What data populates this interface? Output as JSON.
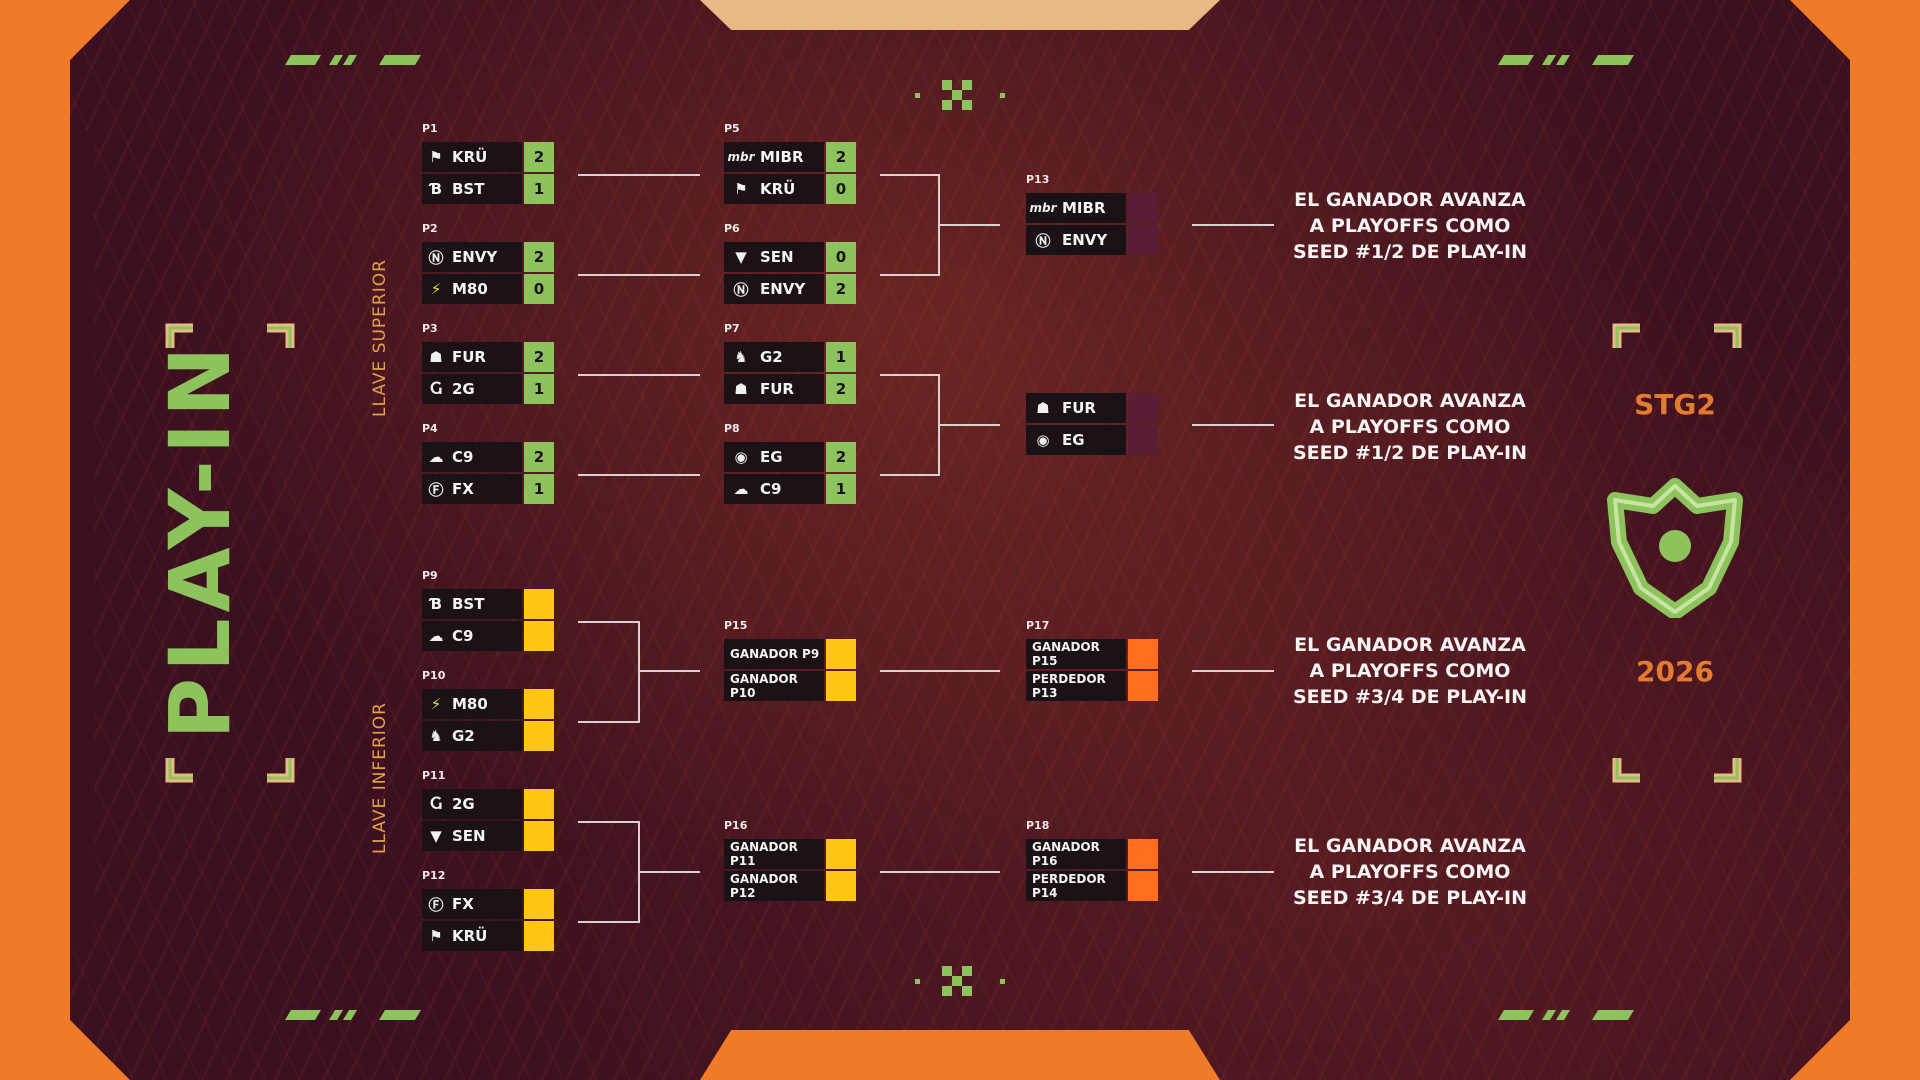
{
  "title": "PLAY-IN",
  "brackets": {
    "upper": "LLAVE SUPERIOR",
    "lower": "LLAVE INFERIOR"
  },
  "event": {
    "name": "STG2",
    "year": "2026"
  },
  "colors": {
    "win_score": "#8cc35c",
    "pending_lower": "#ffc514",
    "pending_final": "#ff6d1f",
    "pending_upper": "#5b1d36",
    "accent": "#ef7a28"
  },
  "matches": {
    "p1": {
      "label": "P1",
      "teams": [
        {
          "name": "KRÜ",
          "icon": "kru-logo",
          "score": "2"
        },
        {
          "name": "BST",
          "icon": "bst-logo",
          "score": "1"
        }
      ]
    },
    "p2": {
      "label": "P2",
      "teams": [
        {
          "name": "ENVY",
          "icon": "envy-logo",
          "score": "2"
        },
        {
          "name": "M80",
          "icon": "m80-logo",
          "score": "0"
        }
      ]
    },
    "p3": {
      "label": "P3",
      "teams": [
        {
          "name": "FUR",
          "icon": "furia-logo",
          "score": "2"
        },
        {
          "name": "2G",
          "icon": "2g-logo",
          "score": "1"
        }
      ]
    },
    "p4": {
      "label": "P4",
      "teams": [
        {
          "name": "C9",
          "icon": "cloud9-logo",
          "score": "2"
        },
        {
          "name": "FX",
          "icon": "fx-logo",
          "score": "1"
        }
      ]
    },
    "p5": {
      "label": "P5",
      "teams": [
        {
          "name": "MIBR",
          "icon": "mibr-logo",
          "score": "2"
        },
        {
          "name": "KRÜ",
          "icon": "kru-logo",
          "score": "0"
        }
      ]
    },
    "p6": {
      "label": "P6",
      "teams": [
        {
          "name": "SEN",
          "icon": "sentinels-logo",
          "score": "0"
        },
        {
          "name": "ENVY",
          "icon": "envy-logo",
          "score": "2"
        }
      ]
    },
    "p7": {
      "label": "P7",
      "teams": [
        {
          "name": "G2",
          "icon": "g2-logo",
          "score": "1"
        },
        {
          "name": "FUR",
          "icon": "furia-logo",
          "score": "2"
        }
      ]
    },
    "p8": {
      "label": "P8",
      "teams": [
        {
          "name": "EG",
          "icon": "eg-logo",
          "score": "2"
        },
        {
          "name": "C9",
          "icon": "cloud9-logo",
          "score": "1"
        }
      ]
    },
    "p9": {
      "label": "P9",
      "teams": [
        {
          "name": "BST",
          "icon": "bst-logo",
          "score": ""
        },
        {
          "name": "C9",
          "icon": "cloud9-logo",
          "score": ""
        }
      ]
    },
    "p10": {
      "label": "P10",
      "teams": [
        {
          "name": "M80",
          "icon": "m80-logo",
          "score": ""
        },
        {
          "name": "G2",
          "icon": "g2-logo",
          "score": ""
        }
      ]
    },
    "p11": {
      "label": "P11",
      "teams": [
        {
          "name": "2G",
          "icon": "2g-logo",
          "score": ""
        },
        {
          "name": "SEN",
          "icon": "sentinels-logo",
          "score": ""
        }
      ]
    },
    "p12": {
      "label": "P12",
      "teams": [
        {
          "name": "FX",
          "icon": "fx-logo",
          "score": ""
        },
        {
          "name": "KRÜ",
          "icon": "kru-logo",
          "score": ""
        }
      ]
    },
    "p13": {
      "label": "P13",
      "teams": [
        {
          "name": "MIBR",
          "icon": "mibr-logo",
          "score": ""
        },
        {
          "name": "ENVY",
          "icon": "envy-logo",
          "score": ""
        }
      ]
    },
    "p14": {
      "label": "",
      "teams": [
        {
          "name": "FUR",
          "icon": "furia-logo",
          "score": ""
        },
        {
          "name": "EG",
          "icon": "eg-logo",
          "score": ""
        }
      ]
    },
    "p15": {
      "label": "P15",
      "teams": [
        {
          "name": "GANADOR P9",
          "score": ""
        },
        {
          "name": "GANADOR P10",
          "score": ""
        }
      ]
    },
    "p16": {
      "label": "P16",
      "teams": [
        {
          "name": "GANADOR P11",
          "score": ""
        },
        {
          "name": "GANADOR P12",
          "score": ""
        }
      ]
    },
    "p17": {
      "label": "P17",
      "teams": [
        {
          "name": "GANADOR P15",
          "score": ""
        },
        {
          "name": "PERDEDOR P13",
          "score": ""
        }
      ]
    },
    "p18": {
      "label": "P18",
      "teams": [
        {
          "name": "GANADOR P16",
          "score": ""
        },
        {
          "name": "PERDEDOR P14",
          "score": ""
        }
      ]
    }
  },
  "results": {
    "r1": [
      "EL GANADOR AVANZA",
      "A PLAYOFFS COMO",
      "SEED #1/2 DE PLAY-IN"
    ],
    "r2": [
      "EL GANADOR AVANZA",
      "A PLAYOFFS COMO",
      "SEED #1/2 DE PLAY-IN"
    ],
    "r3": [
      "EL GANADOR AVANZA",
      "A PLAYOFFS COMO",
      "SEED #3/4 DE PLAY-IN"
    ],
    "r4": [
      "EL GANADOR AVANZA",
      "A PLAYOFFS COMO",
      "SEED #3/4 DE PLAY-IN"
    ]
  }
}
